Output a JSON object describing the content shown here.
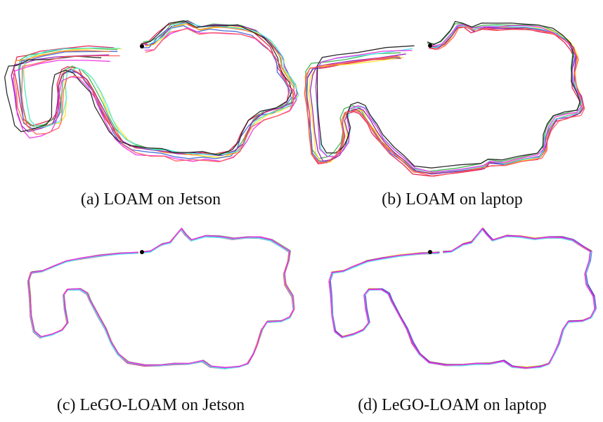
{
  "figure": {
    "panels": [
      {
        "id": "a",
        "caption": "(a) LOAM on Jetson"
      },
      {
        "id": "b",
        "caption": "(b) LOAM on laptop"
      },
      {
        "id": "c",
        "caption": "(c) LeGO-LOAM on Jetson"
      },
      {
        "id": "d",
        "caption": "(d) LeGO-LOAM on laptop"
      }
    ],
    "trajectory_colors": [
      "#e6194b",
      "#3cb44b",
      "#ffe119",
      "#4363d8",
      "#f58231",
      "#911eb4",
      "#46f0f0",
      "#f032e6",
      "#222222",
      "#ff5a5a",
      "#a0e060",
      "#b07cf0"
    ],
    "start_marker_color": "#000000"
  }
}
